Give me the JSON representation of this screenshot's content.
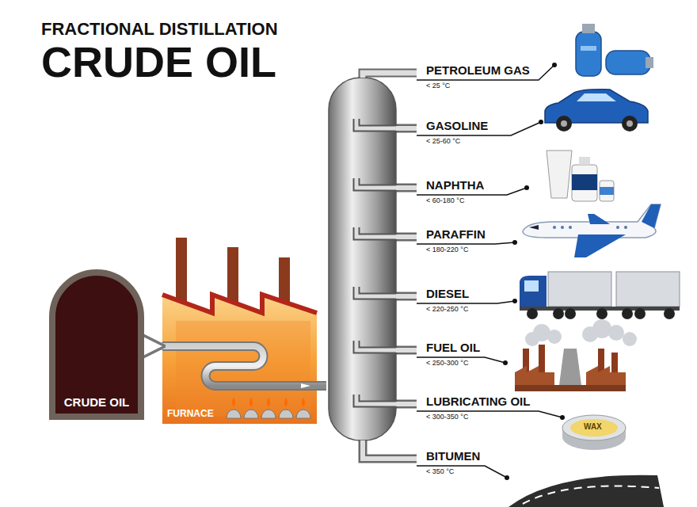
{
  "diagram": {
    "title": "FRACTIONAL DISTILLATION",
    "nodes": [
      {
        "text": [
          "CRUDE OIL"
        ]
      },
      {
        "text": [
          "FURNACE"
        ]
      }
    ],
    "edges": [
      {
        "from": 0,
        "to": 1,
        "arrow": "to"
      }
    ],
    "labels": [
      "CRUDE OIL",
      "PETROLEUM GAS",
      "< 25 °C",
      "GASOLINE",
      "< 25-60 °C",
      "NAPHTHA",
      "< 60-180 °C",
      "PARAFFIN",
      "< 180-220 °C",
      "DIESEL",
      "< 220-250 °C",
      "FUEL OIL",
      "< 250-300 °C",
      "LUBRICATING OIL",
      "< 300-350 °C",
      "BITUMEN",
      "< 350 °C",
      "WAX"
    ]
  }
}
